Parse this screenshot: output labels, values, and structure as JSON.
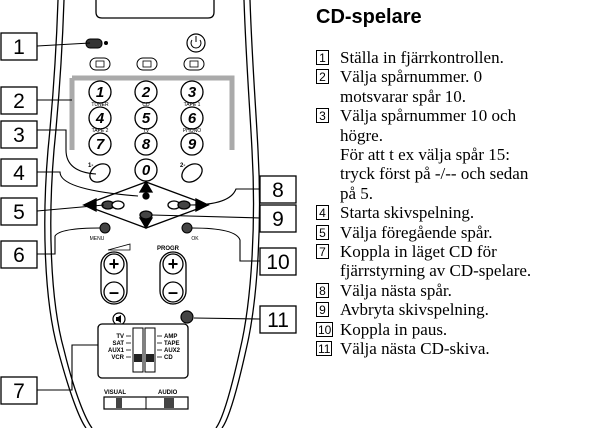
{
  "section": {
    "title": "CD-spelare"
  },
  "steps": [
    {
      "num": "1",
      "lines": [
        "Ställa in fjärrkontrollen."
      ]
    },
    {
      "num": "2",
      "lines": [
        "Välja spårnummer. 0",
        "motsvarar spår 10."
      ]
    },
    {
      "num": "3",
      "lines": [
        "Välja spårnummer 10 och",
        "högre.",
        "För att t ex välja spår 15:",
        "tryck först på -/-- och sedan",
        "på 5."
      ]
    },
    {
      "num": "4",
      "lines": [
        "Starta skivspelning."
      ]
    },
    {
      "num": "5",
      "lines": [
        "Välja föregående spår."
      ]
    },
    {
      "num": "7",
      "lines": [
        "Koppla in läget CD för",
        "fjärrstyrning av CD-spelare."
      ]
    },
    {
      "num": "8",
      "lines": [
        "Välja nästa spår."
      ]
    },
    {
      "num": "9",
      "lines": [
        "Avbryta skivspelning."
      ]
    },
    {
      "num": "10",
      "lines": [
        "Koppla in paus."
      ]
    },
    {
      "num": "11",
      "lines": [
        "Välja nästa CD-skiva."
      ]
    }
  ],
  "remote": {
    "callouts": [
      "1",
      "2",
      "3",
      "4",
      "5",
      "6",
      "7",
      "8",
      "9",
      "10",
      "11"
    ],
    "digits": [
      "1",
      "2",
      "3",
      "4",
      "5",
      "6",
      "7",
      "8",
      "9",
      "0"
    ],
    "digit_captions": [
      "TUNER",
      "CD",
      "TAPE 1",
      "TAPE 2",
      "TV",
      "PHONO"
    ],
    "ten_plus_label": "1-",
    "two_dash_label": "2-",
    "menu_label": "MENU",
    "ok_label": "OK",
    "progr_label": "PROGR",
    "plus": "+",
    "minus": "–",
    "left_switch": [
      "TV",
      "SAT",
      "AUX1",
      "VCR"
    ],
    "right_switch": [
      "AMP",
      "TAPE",
      "AUX2",
      "CD"
    ],
    "visual_label": "VISUAL",
    "audio_label": "AUDIO"
  }
}
